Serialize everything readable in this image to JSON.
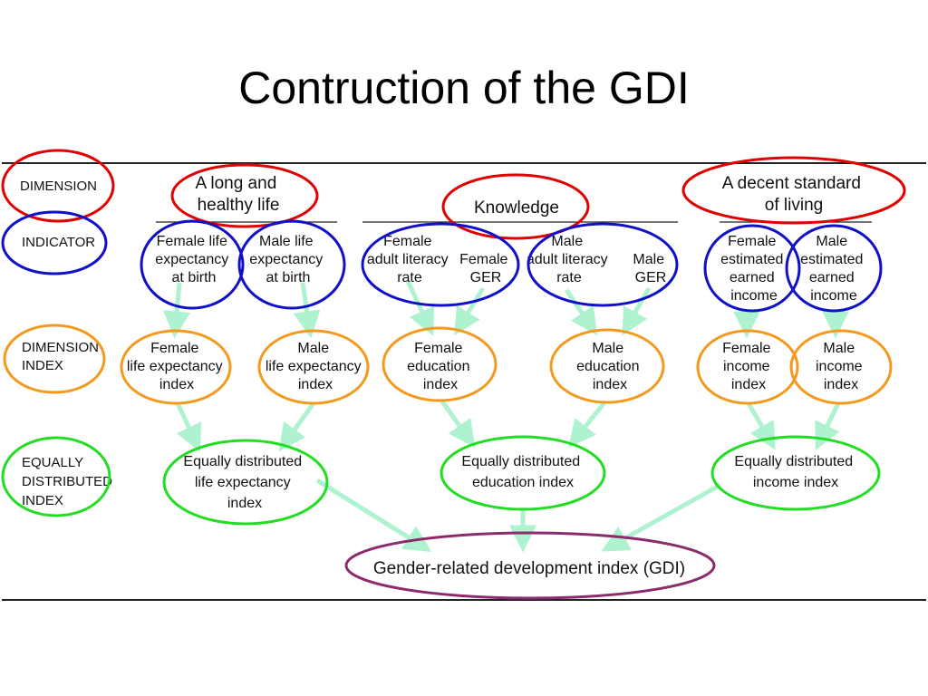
{
  "slide": {
    "title": "Contruction of the GDI"
  },
  "rows": {
    "dimension": "DIMENSION",
    "indicator": "INDICATOR",
    "dimension_index": [
      "DIMENSION",
      "INDEX"
    ],
    "edi": [
      "EQUALLY",
      "DISTRIBUTED",
      "INDEX"
    ]
  },
  "dimensions": {
    "health": [
      "A long and",
      "healthy life"
    ],
    "knowledge": "Knowledge",
    "living": [
      "A decent standard",
      "of living"
    ]
  },
  "indicators": {
    "female_life": [
      "Female life",
      "expectancy",
      "at birth"
    ],
    "male_life": [
      "Male life",
      "expectancy",
      "at birth"
    ],
    "female_literacy": [
      "Female",
      "adult literacy",
      "rate"
    ],
    "female_ger": [
      "Female",
      "GER"
    ],
    "male_literacy": [
      "Male",
      "adult literacy",
      "rate"
    ],
    "male_ger": [
      "Male",
      "GER"
    ],
    "female_income": [
      "Female",
      "estimated",
      "earned",
      "income"
    ],
    "male_income": [
      "Male",
      "estimated",
      "earned",
      "income"
    ]
  },
  "dimension_indices": {
    "female_life": [
      "Female",
      "life expectancy",
      "index"
    ],
    "male_life": [
      "Male",
      "life expectancy",
      "index"
    ],
    "female_edu": [
      "Female",
      "education",
      "index"
    ],
    "male_edu": [
      "Male",
      "education",
      "index"
    ],
    "female_income": [
      "Female",
      "income",
      "index"
    ],
    "male_income": [
      "Male",
      "income",
      "index"
    ]
  },
  "edis": {
    "life": [
      "Equally distributed",
      "life expectancy",
      "index"
    ],
    "education": [
      "Equally distributed",
      "education index"
    ],
    "income": [
      "Equally distributed",
      "income index"
    ]
  },
  "gdi": "Gender-related development index (GDI)",
  "colors": {
    "dimension_circle": "#e00000",
    "indicator_circle": "#1010c8",
    "dimension_index_circle": "#f39a1e",
    "edi_circle": "#22dd22",
    "gdi_circle": "#8b2b6b",
    "arrow": "#aef2cf",
    "rule": "#222222"
  }
}
